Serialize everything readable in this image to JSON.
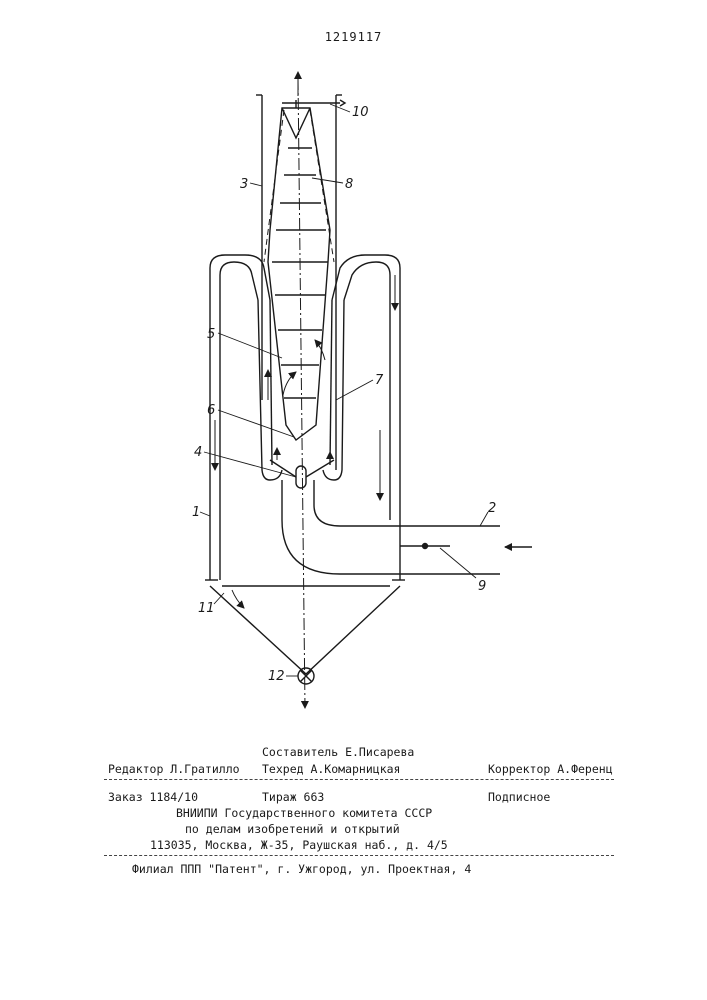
{
  "patent_number": "1219117",
  "figure_labels": {
    "l1": "1",
    "l2": "2",
    "l3": "3",
    "l4": "4",
    "l5": "5",
    "l6": "6",
    "l7": "7",
    "l8": "8",
    "l9": "9",
    "l10": "10",
    "l11": "11",
    "l12": "12"
  },
  "imprint": {
    "editor": "Редактор Л.Гратилло",
    "compiler": "Составитель Е.Писарева",
    "techred": "Техред А.Комарницкая",
    "corrector": "Корректор А.Ференц",
    "order": "Заказ 1184/10",
    "circulation": "Тираж 663",
    "subscription": "Подписное",
    "org_line1": "ВНИИПИ Государственного комитета СССР",
    "org_line2": "по делам изобретений и открытий",
    "org_address": "113035, Москва, Ж-35, Раушская наб., д. 4/5",
    "branch": "Филиал ППП \"Патент\", г. Ужгород, ул. Проектная, 4"
  }
}
